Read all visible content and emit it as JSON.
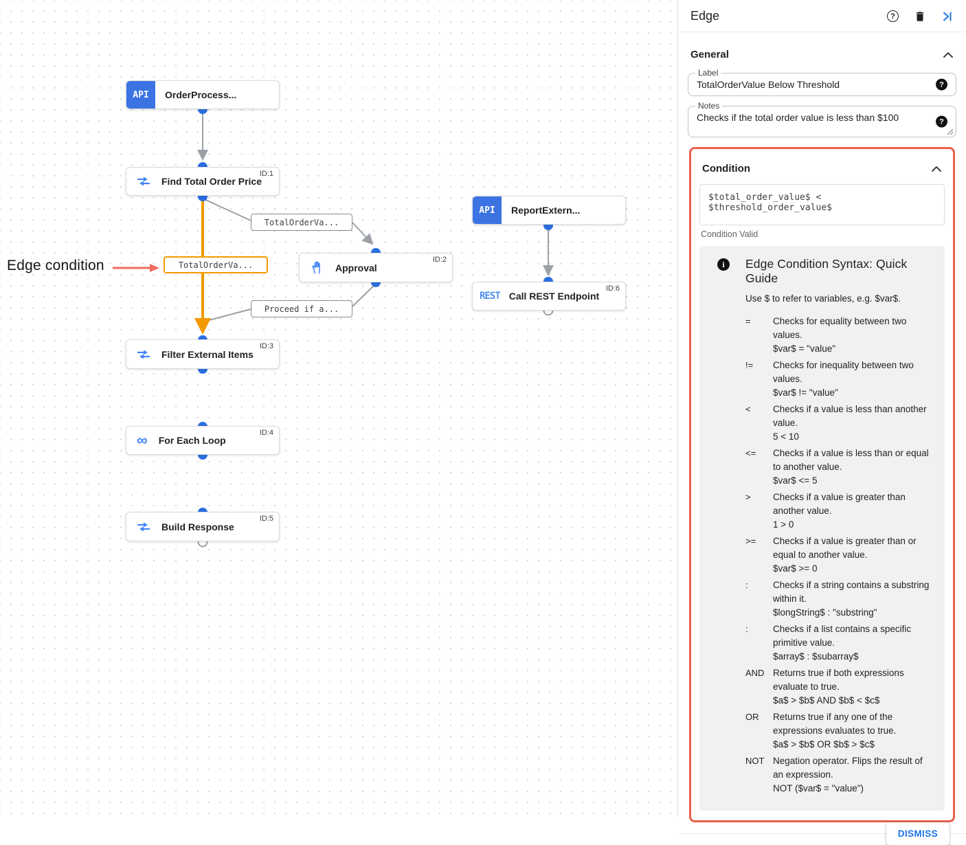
{
  "colors": {
    "accent_blue": "#1a73e8",
    "icon_blue": "#4285f4",
    "edge_gray": "#9aa0a6",
    "edge_orange": "#f29900",
    "highlight_red": "#e8604c",
    "connector_blue": "#2a6fe0"
  },
  "icons": {
    "help_glyph": "?",
    "question_glyph": "?",
    "info_glyph": "i",
    "loop_glyph": "∞"
  },
  "canvas": {
    "annotation_label": "Edge condition",
    "nodes": {
      "order_process": {
        "badge": "API",
        "title": "OrderProcess...",
        "id": ""
      },
      "find_total": {
        "title": "Find Total Order Price",
        "id": "ID:1"
      },
      "approval": {
        "title": "Approval",
        "id": "ID:2"
      },
      "report_external": {
        "badge": "API",
        "title": "ReportExtern...",
        "id": ""
      },
      "call_rest": {
        "badge": "REST",
        "title": "Call REST Endpoint",
        "id": "ID:6"
      },
      "filter_items": {
        "title": "Filter External Items",
        "id": "ID:3"
      },
      "for_each": {
        "title": "For Each Loop",
        "id": "ID:4"
      },
      "build_response": {
        "title": "Build Response",
        "id": "ID:5"
      }
    },
    "edge_labels": {
      "to_approval": "TotalOrderVa...",
      "condition_highlighted": "TotalOrderVa...",
      "from_approval": "Proceed if a..."
    }
  },
  "panel": {
    "title": "Edge",
    "general_section": "General",
    "condition_section": "Condition",
    "label_field": {
      "label": "Label",
      "value": "TotalOrderValue Below Threshold"
    },
    "notes_field": {
      "label": "Notes",
      "value": "Checks if the total order value is less than $100"
    },
    "condition_value": "$total_order_value$ < $threshold_order_value$",
    "condition_status": "Condition Valid",
    "guide": {
      "title": "Edge Condition Syntax: Quick Guide",
      "subtitle": "Use $ to refer to variables, e.g. $var$.",
      "rows": [
        {
          "op": "=",
          "desc": "Checks for equality between two values.",
          "example": "$var$ = \"value\""
        },
        {
          "op": "!=",
          "desc": "Checks for inequality between two values.",
          "example": "$var$ != \"value\""
        },
        {
          "op": "<",
          "desc": "Checks if a value is less than another value.",
          "example": "5 < 10"
        },
        {
          "op": "<=",
          "desc": "Checks if a value is less than or equal to another value.",
          "example": "$var$ <= 5"
        },
        {
          "op": ">",
          "desc": "Checks if a value is greater than another value.",
          "example": "1 > 0"
        },
        {
          "op": ">=",
          "desc": "Checks if a value is greater than or equal to another value.",
          "example": "$var$ >= 0"
        },
        {
          "op": ":",
          "desc": "Checks if a string contains a substring within it.",
          "example": "$longString$ : \"substring\""
        },
        {
          "op": ":",
          "desc": "Checks if a list contains a specific primitive value.",
          "example": "$array$ : $subarray$"
        },
        {
          "op": "AND",
          "desc": "Returns true if both expressions evaluate to true.",
          "example": "$a$ > $b$ AND $b$ < $c$"
        },
        {
          "op": "OR",
          "desc": "Returns true if any one of the expressions evaluates to true.",
          "example": "$a$ > $b$ OR $b$ > $c$"
        },
        {
          "op": "NOT",
          "desc": "Negation operator. Flips the result of an expression.",
          "example": "NOT ($var$ = \"value\")"
        }
      ]
    },
    "dismiss_label": "DISMISS"
  }
}
